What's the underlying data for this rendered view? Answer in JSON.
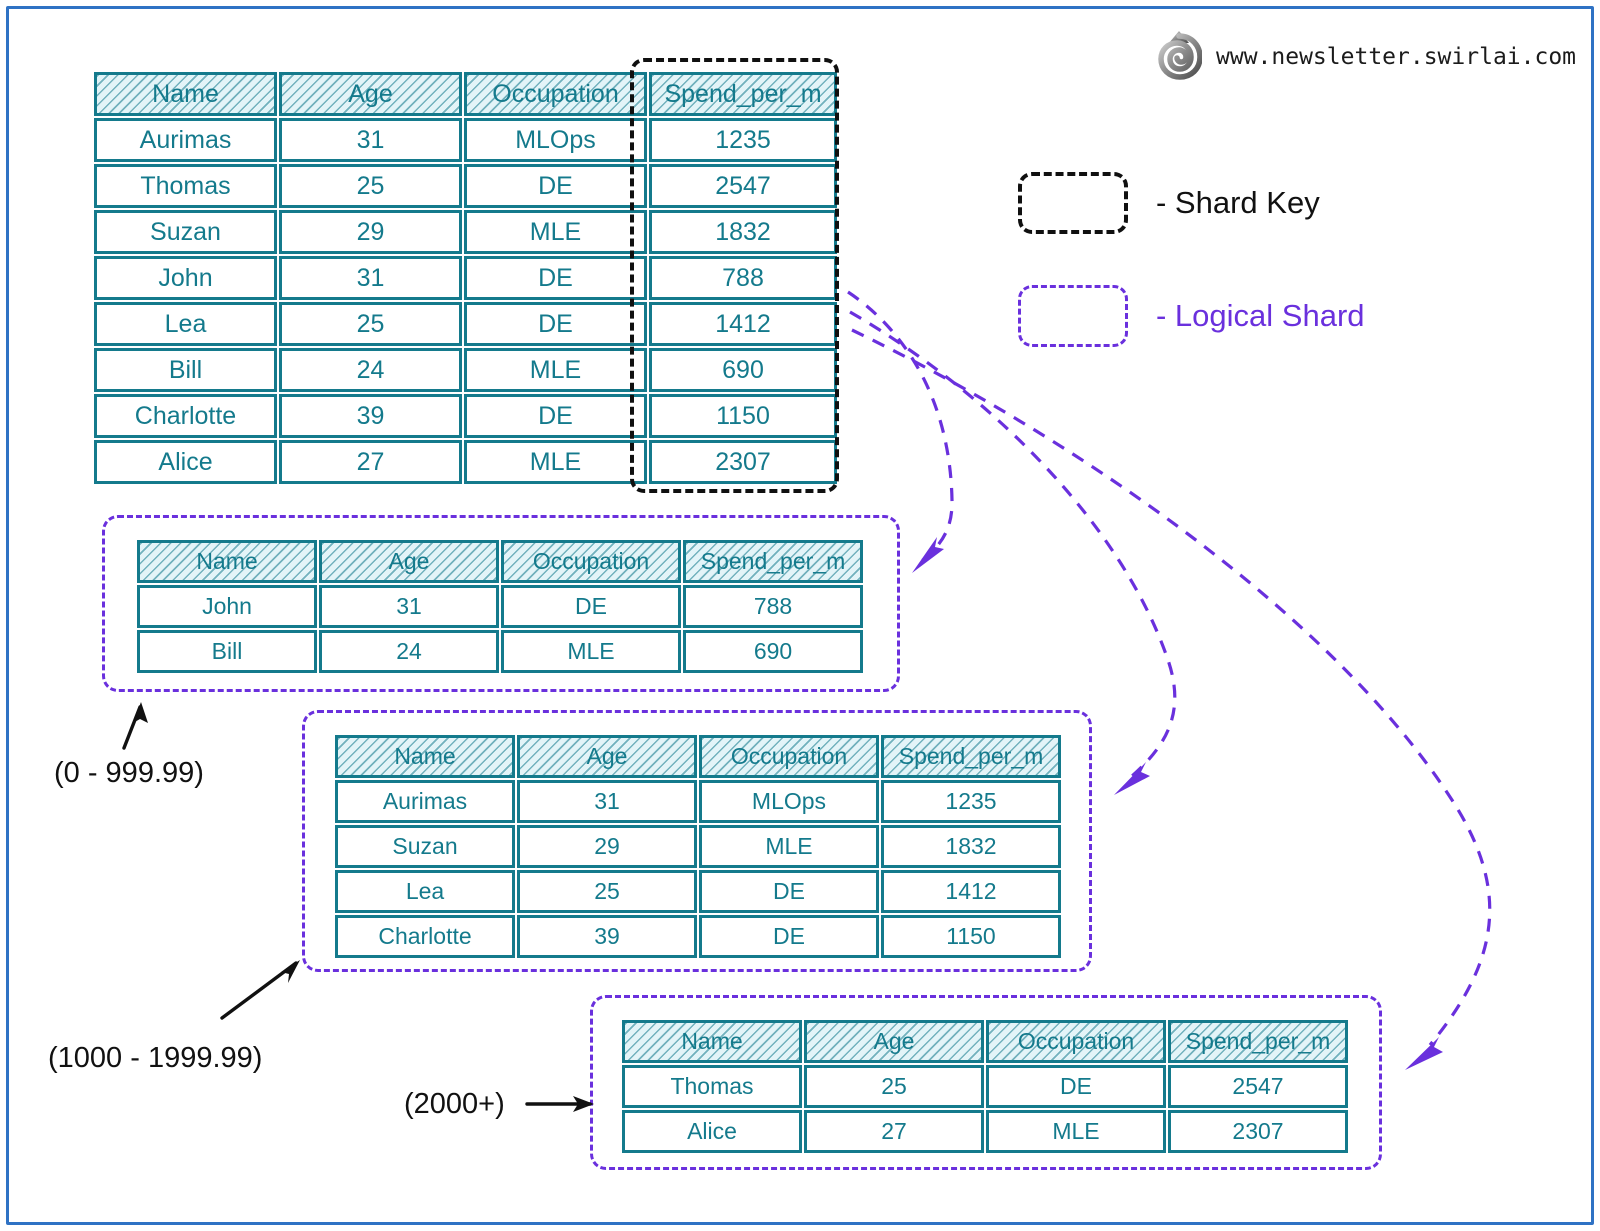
{
  "watermark": {
    "icon": "spiral-logo-icon",
    "url": "www.newsletter.swirlai.com"
  },
  "colors": {
    "frame_blue": "#2f72c4",
    "table_teal": "#147a8c",
    "header_fill": "#e3f4f8",
    "shard_key_black": "#101010",
    "logical_shard_purple": "#6a30dd",
    "label_black": "#111111"
  },
  "legend": {
    "items": [
      {
        "name": "shard-key",
        "label": "- Shard Key",
        "color": "#101010"
      },
      {
        "name": "logical-shard",
        "label": "- Logical Shard",
        "color": "#6a30dd"
      }
    ]
  },
  "main_table": {
    "name": "source-table",
    "columns": [
      "Name",
      "Age",
      "Occupation",
      "Spend_per_m"
    ],
    "shard_key_column": "Spend_per_m",
    "rows": [
      [
        "Aurimas",
        "31",
        "MLOps",
        "1235"
      ],
      [
        "Thomas",
        "25",
        "DE",
        "2547"
      ],
      [
        "Suzan",
        "29",
        "MLE",
        "1832"
      ],
      [
        "John",
        "31",
        "DE",
        "788"
      ],
      [
        "Lea",
        "25",
        "DE",
        "1412"
      ],
      [
        "Bill",
        "24",
        "MLE",
        "690"
      ],
      [
        "Charlotte",
        "39",
        "DE",
        "1150"
      ],
      [
        "Alice",
        "27",
        "MLE",
        "2307"
      ]
    ]
  },
  "shards": [
    {
      "name": "logical-shard-1",
      "range_label": "(0 - 999.99)",
      "columns": [
        "Name",
        "Age",
        "Occupation",
        "Spend_per_m"
      ],
      "rows": [
        [
          "John",
          "31",
          "DE",
          "788"
        ],
        [
          "Bill",
          "24",
          "MLE",
          "690"
        ]
      ]
    },
    {
      "name": "logical-shard-2",
      "range_label": "(1000 - 1999.99)",
      "columns": [
        "Name",
        "Age",
        "Occupation",
        "Spend_per_m"
      ],
      "rows": [
        [
          "Aurimas",
          "31",
          "MLOps",
          "1235"
        ],
        [
          "Suzan",
          "29",
          "MLE",
          "1832"
        ],
        [
          "Lea",
          "25",
          "DE",
          "1412"
        ],
        [
          "Charlotte",
          "39",
          "DE",
          "1150"
        ]
      ]
    },
    {
      "name": "logical-shard-3",
      "range_label": "(2000+)",
      "columns": [
        "Name",
        "Age",
        "Occupation",
        "Spend_per_m"
      ],
      "rows": [
        [
          "Thomas",
          "25",
          "DE",
          "2547"
        ],
        [
          "Alice",
          "27",
          "MLE",
          "2307"
        ]
      ]
    }
  ]
}
